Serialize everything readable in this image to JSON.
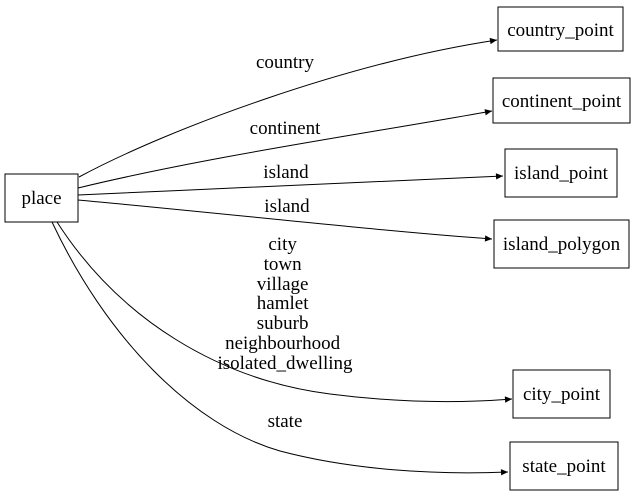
{
  "diagram": {
    "type": "directed-graph",
    "colors": {
      "background": "#ffffff",
      "node_border": "#000000",
      "edge": "#000000",
      "text": "#000000"
    },
    "nodes": [
      {
        "id": "place",
        "label": "place"
      },
      {
        "id": "country_point",
        "label": "country_point"
      },
      {
        "id": "continent_point",
        "label": "continent_point"
      },
      {
        "id": "island_point",
        "label": "island_point"
      },
      {
        "id": "island_polygon",
        "label": "island_polygon"
      },
      {
        "id": "city_point",
        "label": "city_point"
      },
      {
        "id": "state_point",
        "label": "state_point"
      }
    ],
    "edges": [
      {
        "from": "place",
        "to": "country_point",
        "label": "country"
      },
      {
        "from": "place",
        "to": "continent_point",
        "label": "continent"
      },
      {
        "from": "place",
        "to": "island_point",
        "label": "island"
      },
      {
        "from": "place",
        "to": "island_polygon",
        "label": "island"
      },
      {
        "from": "place",
        "to": "city_point",
        "label_lines": [
          "city",
          "town",
          "village",
          "hamlet",
          "suburb",
          "neighbourhood",
          "isolated_dwelling"
        ]
      },
      {
        "from": "place",
        "to": "state_point",
        "label": "state"
      }
    ]
  }
}
